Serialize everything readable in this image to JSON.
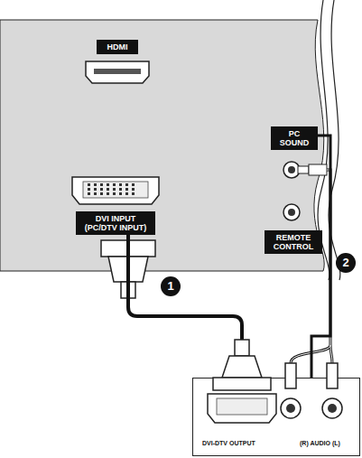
{
  "diagram": {
    "nodes": [
      {
        "text": [
          "HDMI"
        ]
      },
      {
        "text": [
          "DVI INPUT (PC/DTV INPUT)"
        ]
      },
      {
        "text": [
          "PC SOUND"
        ]
      },
      {
        "text": [
          "REMOTE CONTROL"
        ]
      },
      {
        "text": [
          "DVI-DTV OUTPUT",
          "(R) AUDIO (L)"
        ]
      }
    ],
    "edges": [
      {
        "from": 1,
        "to": 4,
        "arrow": "none"
      },
      {
        "from": 2,
        "to": 4,
        "arrow": "none"
      }
    ],
    "labels": [
      "1",
      "2"
    ]
  }
}
